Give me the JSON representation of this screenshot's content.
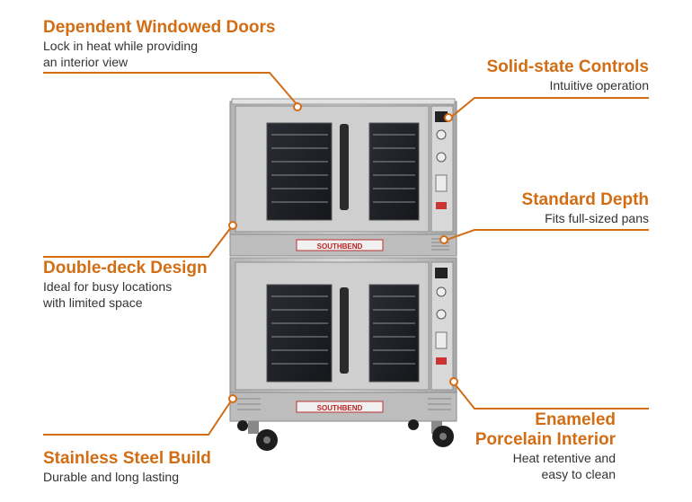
{
  "brand": {
    "oven_logo": "SOUTHBEND"
  },
  "colors": {
    "accent": "#d26d14",
    "steel": "#c9c9c9",
    "steel_dark": "#9d9d9d",
    "text": "#333333"
  },
  "features": [
    {
      "id": "windowed-doors",
      "title": "Dependent Windowed Doors",
      "desc_lines": [
        "Lock in heat while providing",
        "an interior view"
      ]
    },
    {
      "id": "solid-state-controls",
      "title": "Solid-state Controls",
      "desc_lines": [
        "Intuitive operation"
      ]
    },
    {
      "id": "standard-depth",
      "title": "Standard Depth",
      "desc_lines": [
        "Fits full-sized pans"
      ]
    },
    {
      "id": "double-deck",
      "title": "Double-deck Design",
      "desc_lines": [
        "Ideal for busy locations",
        "with limited space"
      ]
    },
    {
      "id": "enameled-interior",
      "title_lines": [
        "Enameled",
        "Porcelain Interior"
      ],
      "desc_lines": [
        "Heat retentive and",
        "easy to clean"
      ]
    },
    {
      "id": "stainless-build",
      "title": "Stainless Steel Build",
      "desc_lines": [
        "Durable and long lasting"
      ]
    }
  ]
}
